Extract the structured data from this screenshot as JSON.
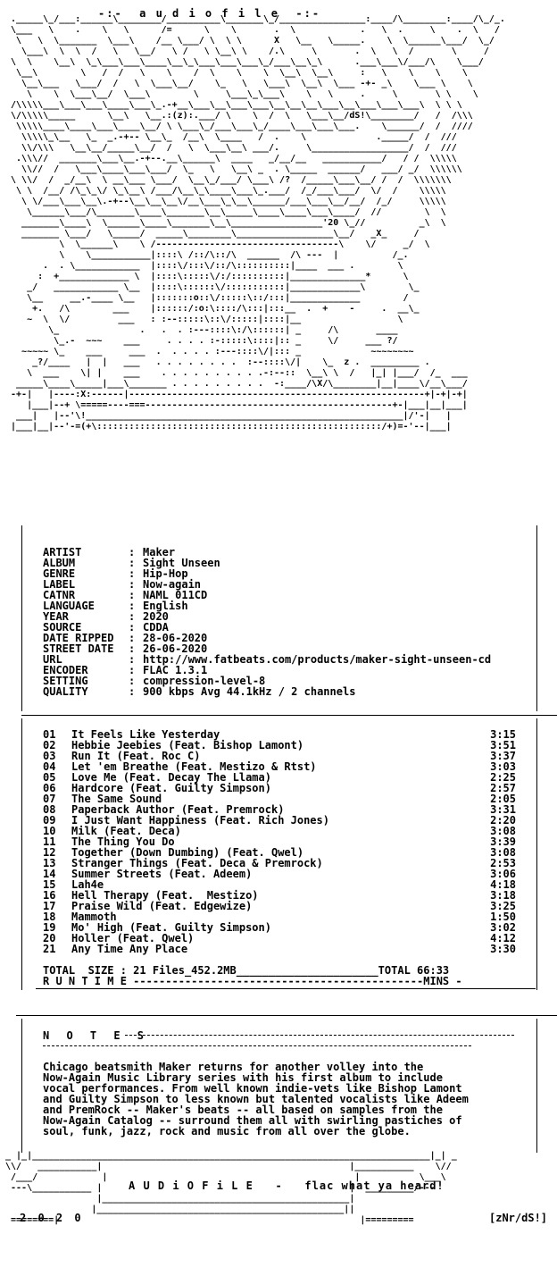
{
  "header": {
    "title": "-:-  a u d i o f i l e  -:-"
  },
  "info": [
    {
      "key": "ARTIST",
      "value": "Maker"
    },
    {
      "key": "ALBUM",
      "value": "Sight Unseen"
    },
    {
      "key": "GENRE",
      "value": "Hip-Hop"
    },
    {
      "key": "LABEL",
      "value": "Now-again"
    },
    {
      "key": "CATNR",
      "value": "NAML 011CD"
    },
    {
      "key": "LANGUAGE",
      "value": "English"
    },
    {
      "key": "YEAR",
      "value": "2020"
    },
    {
      "key": "SOURCE",
      "value": "CDDA"
    },
    {
      "key": "DATE RIPPED",
      "value": "28-06-2020"
    },
    {
      "key": "STREET DATE",
      "value": "26-06-2020"
    },
    {
      "key": "URL",
      "value": "http://www.fatbeats.com/products/maker-sight-unseen-cd"
    },
    {
      "key": "ENCODER",
      "value": "FLAC 1.3.1"
    },
    {
      "key": "SETTING",
      "value": "compression-level-8"
    },
    {
      "key": "QUALITY",
      "value": "900 kbps Avg 44.1kHz / 2 channels"
    }
  ],
  "tracks": [
    {
      "n": "01",
      "title": "It Feels Like Yesterday",
      "dur": "3:15"
    },
    {
      "n": "02",
      "title": "Hebbie Jeebies (Feat. Bishop Lamont)",
      "dur": "3:51"
    },
    {
      "n": "03",
      "title": "Run It (Feat. Roc C)",
      "dur": "3:37"
    },
    {
      "n": "04",
      "title": "Let 'em Breathe (Feat. Mestizo & Rtst)",
      "dur": "3:03"
    },
    {
      "n": "05",
      "title": "Love Me (Feat. Decay The Llama)",
      "dur": "2:25"
    },
    {
      "n": "06",
      "title": "Hardcore (Feat. Guilty Simpson)",
      "dur": "2:57"
    },
    {
      "n": "07",
      "title": "The Same Sound",
      "dur": "2:05"
    },
    {
      "n": "08",
      "title": "Paperback Author (Feat. Premrock)",
      "dur": "3:31"
    },
    {
      "n": "09",
      "title": "I Just Want Happiness (Feat. Rich Jones)",
      "dur": "2:20"
    },
    {
      "n": "10",
      "title": "Milk (Feat. Deca)",
      "dur": "3:08"
    },
    {
      "n": "11",
      "title": "The Thing You Do",
      "dur": "3:39"
    },
    {
      "n": "12",
      "title": "Together (Down Dumbing) (Feat. Qwel)",
      "dur": "3:08"
    },
    {
      "n": "13",
      "title": "Stranger Things (Feat. Deca & Premrock)",
      "dur": "2:53"
    },
    {
      "n": "14",
      "title": "Summer Streets (Feat. Adeem)",
      "dur": "3:06"
    },
    {
      "n": "15",
      "title": "Lah4e",
      "dur": "4:18"
    },
    {
      "n": "16",
      "title": "Hell Therapy (Feat.  Mestizo)",
      "dur": "3:18"
    },
    {
      "n": "17",
      "title": "Praise Wild (Feat. Edgewize)",
      "dur": "3:25"
    },
    {
      "n": "18",
      "title": "Mammoth",
      "dur": "1:50"
    },
    {
      "n": "19",
      "title": "Mo' High (Feat. Guilty Simpson)",
      "dur": "3:02"
    },
    {
      "n": "20",
      "title": "Holler (Feat. Qwel)",
      "dur": "4:12"
    },
    {
      "n": "21",
      "title": "Any Time Any Place",
      "dur": "3:30"
    }
  ],
  "totals": {
    "size_line": "TOTAL  SIZE : 21 Files_452.2MB______________________TOTAL 66:33",
    "runtime_line": "R U N T I M E ---------------------------------------------MINS -"
  },
  "notes": {
    "heading": "N O T E S",
    "text": "Chicago beatsmith Maker returns for another volley into the\nNow-Again Music Library series with his first album to include\nvocal performances. From well known indie-vets like Bishop Lamont\nand Guilty Simpson to less known but talented vocalists like Adeem\nand PremRock -- Maker's beats -- all based on samples from the\nNow-Again Catalog -- surround them all with swirling pastiches of\nsoul, funk, jazz, rock and music from all over the globe."
  },
  "footer": {
    "tagline": "A U D i O F i L E   -   flac what ya heard!",
    "year": "2 0 2 0",
    "group": "[zNr/dS!]",
    "art_signature": "/dS!\\",
    "art_year": "'20"
  }
}
